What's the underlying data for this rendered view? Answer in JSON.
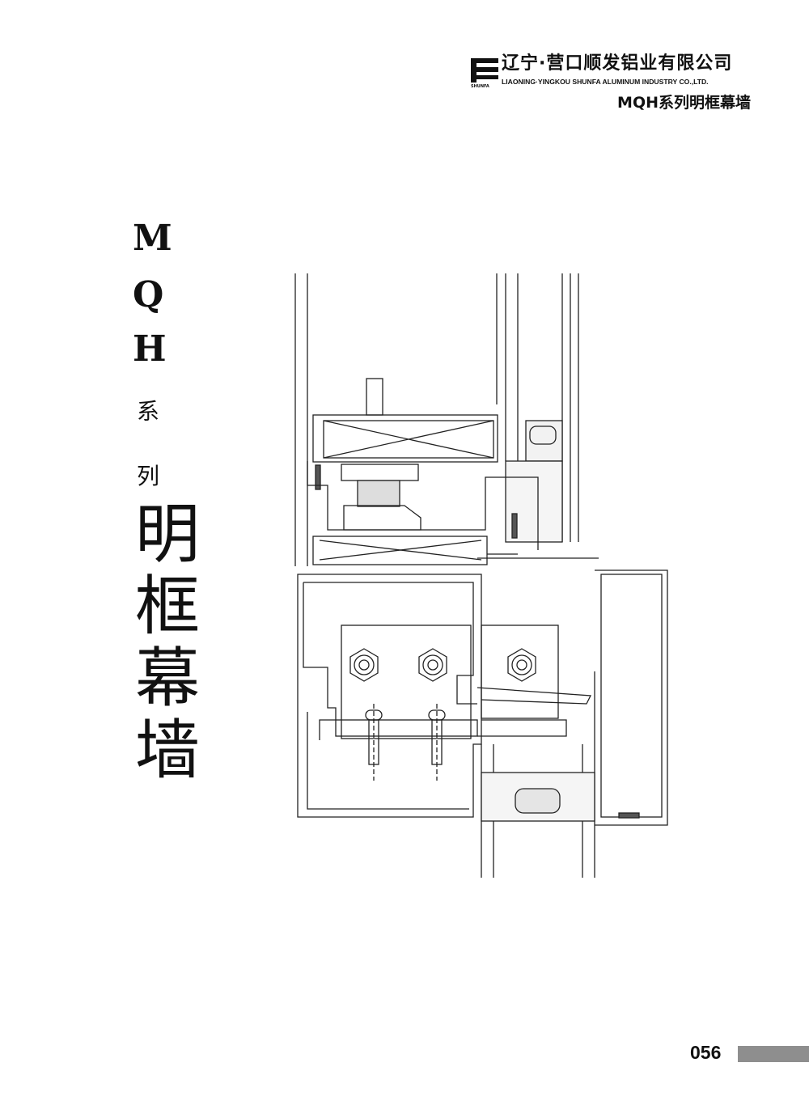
{
  "header": {
    "company_cn": "辽宁·营口顺发铝业有限公司",
    "company_en": "LIAONING·YINGKOU SHUNFA ALUMINUM INDUSTRY CO.,LTD.",
    "logo_text": "SHUNFA",
    "series_title": "MQH系列明框幕墙"
  },
  "title": {
    "chars_latin": [
      "M",
      "Q",
      "H"
    ],
    "chars_small": [
      "系",
      "列"
    ],
    "chars_big": [
      "明",
      "框",
      "幕",
      "墙"
    ]
  },
  "drawing": {
    "icon": "curtain-wall-section-drawing"
  },
  "footer": {
    "page_number": "056",
    "accent_color": "#8e8e8e"
  }
}
